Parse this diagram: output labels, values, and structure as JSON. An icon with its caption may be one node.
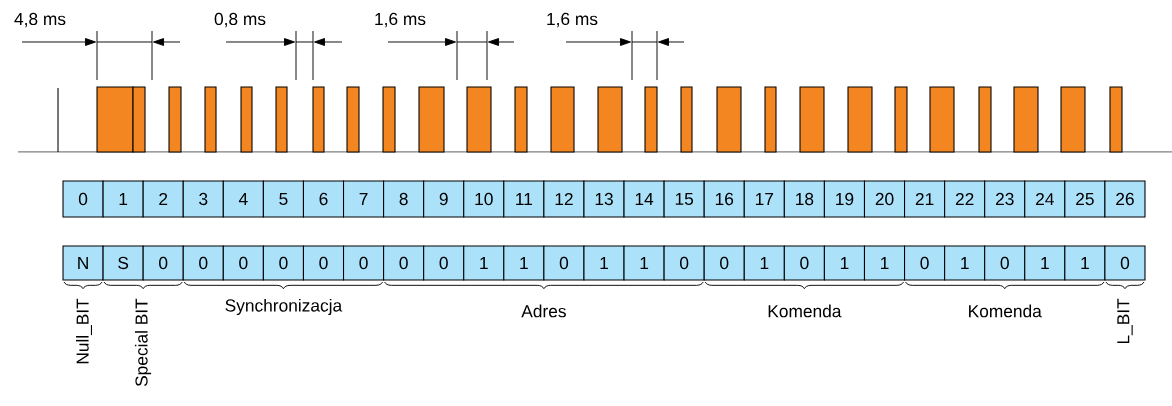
{
  "diagram": {
    "nodes": [
      {
        "text": [
          "0"
        ]
      },
      {
        "text": [
          "1"
        ]
      },
      {
        "text": [
          "2"
        ]
      },
      {
        "text": [
          "3"
        ]
      },
      {
        "text": [
          "4"
        ]
      },
      {
        "text": [
          "5"
        ]
      },
      {
        "text": [
          "6"
        ]
      },
      {
        "text": [
          "7"
        ]
      },
      {
        "text": [
          "8"
        ]
      },
      {
        "text": [
          "9"
        ]
      },
      {
        "text": [
          "10"
        ]
      },
      {
        "text": [
          "11"
        ]
      },
      {
        "text": [
          "12"
        ]
      },
      {
        "text": [
          "13"
        ]
      },
      {
        "text": [
          "14"
        ]
      },
      {
        "text": [
          "15"
        ]
      },
      {
        "text": [
          "16"
        ]
      },
      {
        "text": [
          "17"
        ]
      },
      {
        "text": [
          "18"
        ]
      },
      {
        "text": [
          "19"
        ]
      },
      {
        "text": [
          "20"
        ]
      },
      {
        "text": [
          "21"
        ]
      },
      {
        "text": [
          "22"
        ]
      },
      {
        "text": [
          "23"
        ]
      },
      {
        "text": [
          "24"
        ]
      },
      {
        "text": [
          "25"
        ]
      },
      {
        "text": [
          "26"
        ]
      },
      {
        "text": [
          "N"
        ]
      },
      {
        "text": [
          "S"
        ]
      },
      {
        "text": [
          "0"
        ]
      },
      {
        "text": [
          "0"
        ]
      },
      {
        "text": [
          "0"
        ]
      },
      {
        "text": [
          "0"
        ]
      },
      {
        "text": [
          "0"
        ]
      },
      {
        "text": [
          "0"
        ]
      },
      {
        "text": [
          "0"
        ]
      },
      {
        "text": [
          "0"
        ]
      },
      {
        "text": [
          "1"
        ]
      },
      {
        "text": [
          "1"
        ]
      },
      {
        "text": [
          "0"
        ]
      },
      {
        "text": [
          "1"
        ]
      },
      {
        "text": [
          "1"
        ]
      },
      {
        "text": [
          "0"
        ]
      },
      {
        "text": [
          "0"
        ]
      },
      {
        "text": [
          "1"
        ]
      },
      {
        "text": [
          "0"
        ]
      },
      {
        "text": [
          "1"
        ]
      },
      {
        "text": [
          "1"
        ]
      },
      {
        "text": [
          "0"
        ]
      },
      {
        "text": [
          "1"
        ]
      },
      {
        "text": [
          "0"
        ]
      },
      {
        "text": [
          "1"
        ]
      },
      {
        "text": [
          "1"
        ]
      },
      {
        "text": [
          "0"
        ]
      }
    ],
    "labels": [
      "4,8 ms",
      "0,8 ms",
      "1,6 ms",
      "1,6 ms",
      "Null_BIT",
      "Special BIT",
      "Synchronizacja",
      "Adres",
      "Komenda",
      "Komenda",
      "L_BIT"
    ]
  }
}
